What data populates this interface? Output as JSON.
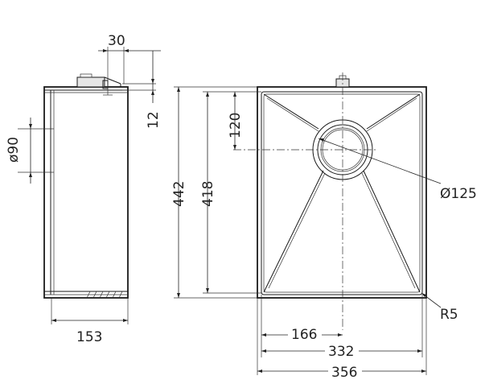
{
  "dimensions": {
    "side_top_width": "30",
    "side_top_height": "12",
    "side_outlet_diameter": "ø90",
    "side_depth": "153",
    "plan_outer_height": "442",
    "plan_inner_height": "418",
    "plan_drain_offset_top": "120",
    "plan_drain_diameter": "Ø125",
    "plan_corner_radius": "R5",
    "plan_drain_offset_left": "166",
    "plan_inner_width": "332",
    "plan_outer_width": "356"
  }
}
